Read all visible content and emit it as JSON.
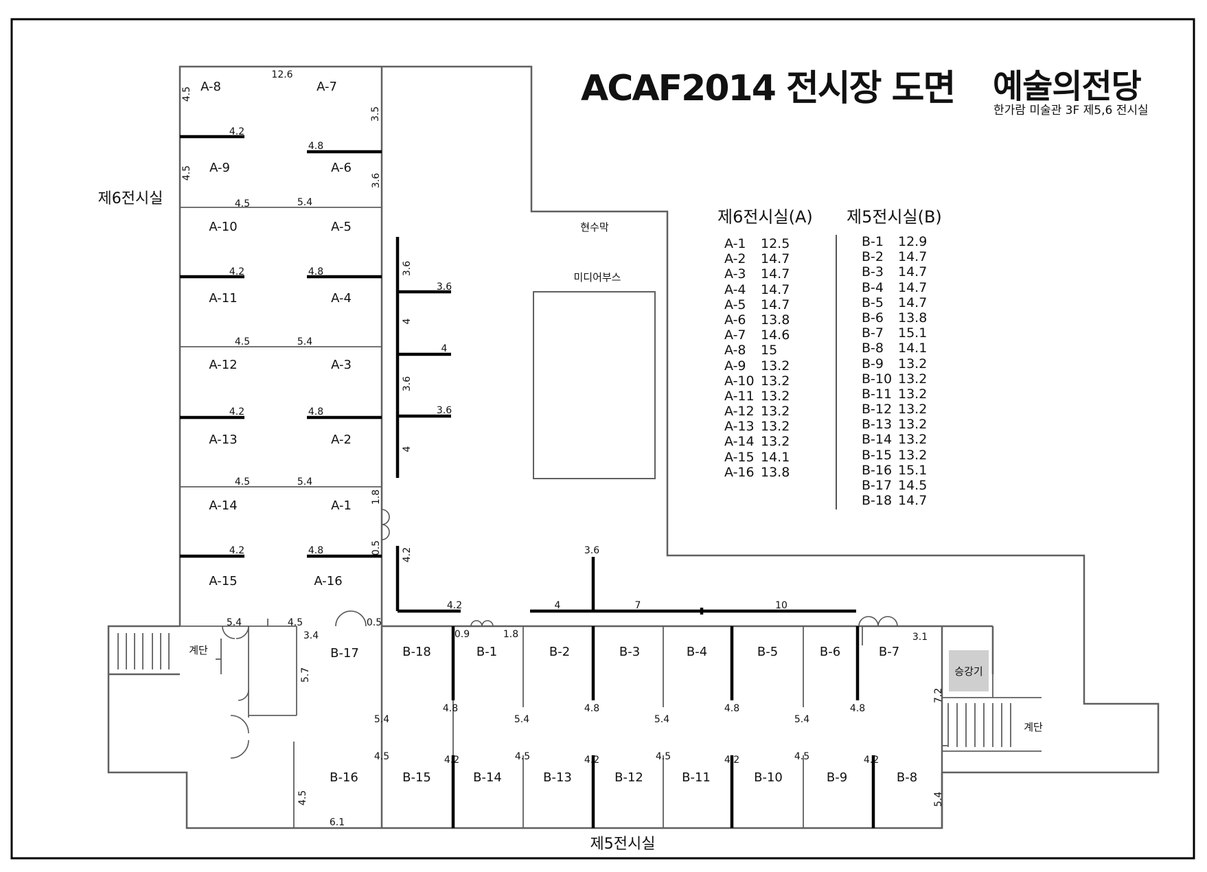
{
  "header": {
    "title": "ACAF2014 전시장 도면",
    "brand": "예술의전당",
    "location": "한가람 미술관 3F  제5,6 전시실"
  },
  "rooms": {
    "room6": "제6전시실",
    "room5": "제5전시실",
    "banner": "현수막",
    "media_booth": "미디어부스",
    "stairs_left": "계단",
    "stairs_right": "계단",
    "elevator": "승강기"
  },
  "booths_a": [
    "A-1",
    "A-2",
    "A-3",
    "A-4",
    "A-5",
    "A-6",
    "A-7",
    "A-8",
    "A-9",
    "A-10",
    "A-11",
    "A-12",
    "A-13",
    "A-14",
    "A-15",
    "A-16"
  ],
  "booths_b": [
    "B-1",
    "B-2",
    "B-3",
    "B-4",
    "B-5",
    "B-6",
    "B-7",
    "B-8",
    "B-9",
    "B-10",
    "B-11",
    "B-12",
    "B-13",
    "B-14",
    "B-15",
    "B-16",
    "B-17",
    "B-18"
  ],
  "dimensions": [
    "12.6",
    "4.5",
    "3.5",
    "4.2",
    "4.8",
    "4.5",
    "3.6",
    "4.5",
    "5.4",
    "4.2",
    "4.8",
    "3.6",
    "3.6",
    "4",
    "4",
    "3.6",
    "4.5",
    "5.4",
    "4.2",
    "4.8",
    "3.6",
    "4",
    "4.5",
    "5.4",
    "1.8",
    "0.5",
    "4.2",
    "4.8",
    "4.2",
    "4.2",
    "3.6",
    "4",
    "7",
    "10",
    "5.4",
    "4.5",
    "0.5",
    "3.4",
    "0.9",
    "1.8",
    "3.1",
    "5.7",
    "7.2",
    "5.4",
    "4.8",
    "5.4",
    "4.8",
    "5.4",
    "4.8",
    "5.4",
    "4.8",
    "4.5",
    "4.2",
    "4.5",
    "4.2",
    "4.5",
    "4.2",
    "4.5",
    "4.2",
    "4.5",
    "6.1",
    "5.4"
  ],
  "area_lists": {
    "a_heading": "제6전시실(A)",
    "b_heading": "제5전시실(B)",
    "a": [
      {
        "booth": "A-1",
        "area": "12.5"
      },
      {
        "booth": "A-2",
        "area": "14.7"
      },
      {
        "booth": "A-3",
        "area": "14.7"
      },
      {
        "booth": "A-4",
        "area": "14.7"
      },
      {
        "booth": "A-5",
        "area": "14.7"
      },
      {
        "booth": "A-6",
        "area": "13.8"
      },
      {
        "booth": "A-7",
        "area": "14.6"
      },
      {
        "booth": "A-8",
        "area": "15"
      },
      {
        "booth": "A-9",
        "area": "13.2"
      },
      {
        "booth": "A-10",
        "area": "13.2"
      },
      {
        "booth": "A-11",
        "area": "13.2"
      },
      {
        "booth": "A-12",
        "area": "13.2"
      },
      {
        "booth": "A-13",
        "area": "13.2"
      },
      {
        "booth": "A-14",
        "area": "13.2"
      },
      {
        "booth": "A-15",
        "area": "14.1"
      },
      {
        "booth": "A-16",
        "area": "13.8"
      }
    ],
    "b": [
      {
        "booth": "B-1",
        "area": "12.9"
      },
      {
        "booth": "B-2",
        "area": "14.7"
      },
      {
        "booth": "B-3",
        "area": "14.7"
      },
      {
        "booth": "B-4",
        "area": "14.7"
      },
      {
        "booth": "B-5",
        "area": "14.7"
      },
      {
        "booth": "B-6",
        "area": "13.8"
      },
      {
        "booth": "B-7",
        "area": "15.1"
      },
      {
        "booth": "B-8",
        "area": "14.1"
      },
      {
        "booth": "B-9",
        "area": "13.2"
      },
      {
        "booth": "B-10",
        "area": "13.2"
      },
      {
        "booth": "B-11",
        "area": "13.2"
      },
      {
        "booth": "B-12",
        "area": "13.2"
      },
      {
        "booth": "B-13",
        "area": "13.2"
      },
      {
        "booth": "B-14",
        "area": "13.2"
      },
      {
        "booth": "B-15",
        "area": "13.2"
      },
      {
        "booth": "B-16",
        "area": "15.1"
      },
      {
        "booth": "B-17",
        "area": "14.5"
      },
      {
        "booth": "B-18",
        "area": "14.7"
      }
    ]
  }
}
